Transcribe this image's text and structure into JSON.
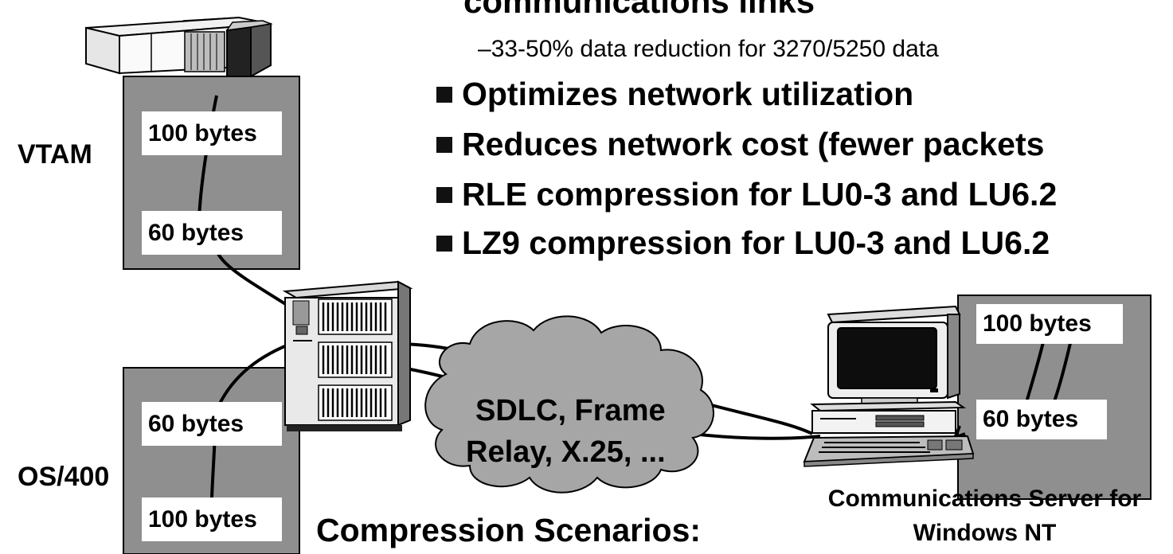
{
  "header": {
    "title_fragment": "communications links",
    "sub_bullet": "33-50% data reduction for 3270/5250 data"
  },
  "bullets": [
    "Optimizes network utilization",
    "Reduces network cost (fewer packets",
    "RLE compression for LU0-3 and LU6.2",
    "LZ9 compression for LU0-3 and LU6.2"
  ],
  "hosts": {
    "vtam": {
      "label": "VTAM",
      "top_box": "100 bytes",
      "bottom_box": "60 bytes"
    },
    "os400": {
      "label": "OS/400",
      "top_box": "60 bytes",
      "bottom_box": "100 bytes"
    }
  },
  "network": {
    "cloud_line1": "SDLC, Frame",
    "cloud_line2": "Relay, X.25, ..."
  },
  "server": {
    "top_box": "100 bytes",
    "bottom_box": "60 bytes",
    "caption_line1": "Communications Server for",
    "caption_line2": "Windows NT"
  },
  "footer": {
    "title": "Compression Scenarios:"
  },
  "colors": {
    "panel": "#8f8f8f",
    "cloud": "#a6a6a6",
    "text": "#000000"
  }
}
